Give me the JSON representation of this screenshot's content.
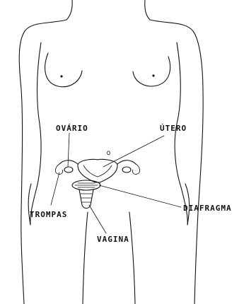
{
  "labels": {
    "ovario": "OVÁRIO",
    "utero": "ÚTERO",
    "trompas": "TROMPAS",
    "diafragma": "DIAFRAGMA",
    "vagina": "VAGINA"
  },
  "colors": {
    "ink": "#111111",
    "background": "#ffffff"
  }
}
